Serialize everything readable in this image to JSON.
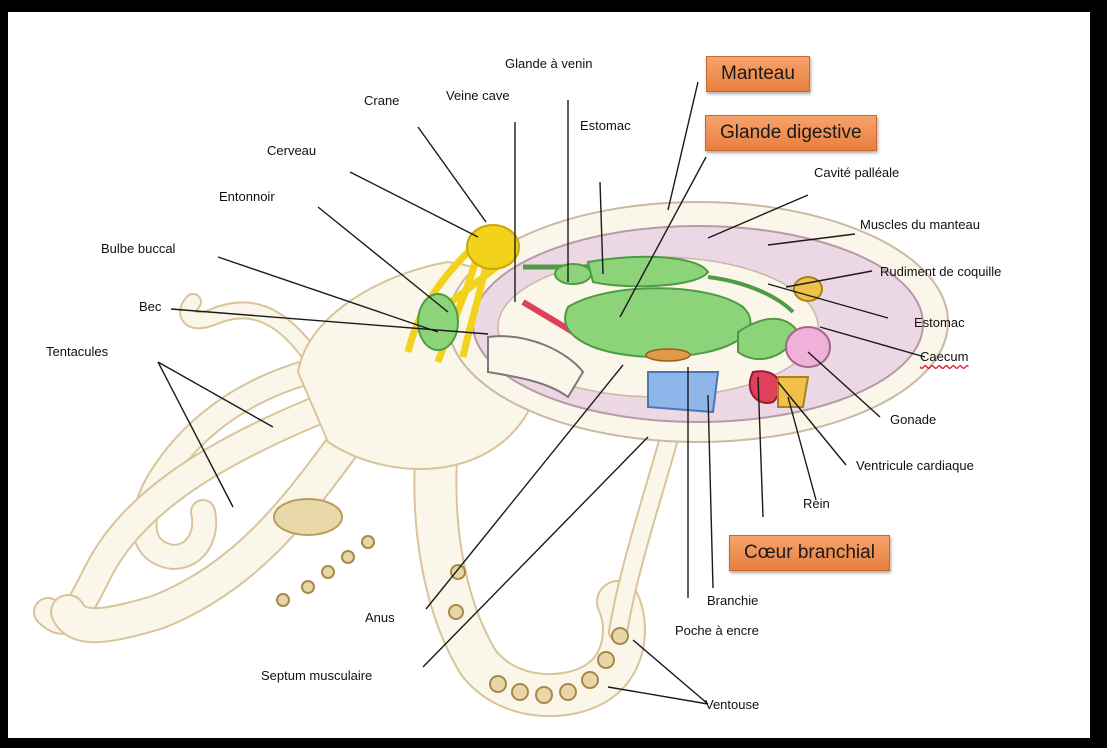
{
  "colors": {
    "frame": "#000000",
    "highlight_box": "#f0915a",
    "body": "#fbf6ea",
    "nervous": "#f2d21b",
    "digestive": "#8cd37a",
    "mantle_cavity": "#ecd7e4",
    "gill": "#8fb6ea",
    "gonad": "#efb1da",
    "heart": "#e0405a"
  },
  "highlighted_labels": {
    "manteau": "Manteau",
    "glande_digestive": "Glande digestive",
    "coeur_branchial": "Cœur branchial"
  },
  "labels": {
    "glande_venin": "Glande à venin",
    "veine_cave": "Veine cave",
    "crane": "Crane",
    "estomac_top": "Estomac",
    "cerveau": "Cerveau",
    "entonnoir": "Entonnoir",
    "bulbe_buccal": "Bulbe buccal",
    "bec": "Bec",
    "tentacules": "Tentacules",
    "cavite_palleale": "Cavité palléale",
    "muscles_manteau": "Muscles du manteau",
    "rudiment_coquille": "Rudiment de coquille",
    "estomac_right": "Estomac",
    "caecum": "Caecum",
    "gonade": "Gonade",
    "ventricule": "Ventricule cardiaque",
    "rein": "Rein",
    "branchie": "Branchie",
    "poche_encre": "Poche à encre",
    "anus": "Anus",
    "septum": "Septum musculaire",
    "ventouse": "Ventouse"
  }
}
